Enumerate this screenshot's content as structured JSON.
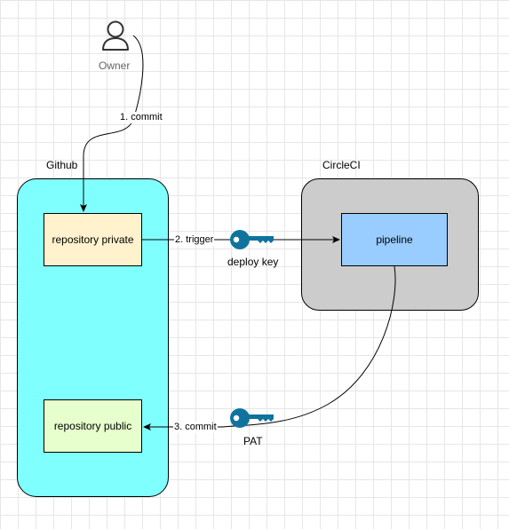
{
  "actor": {
    "label": "Owner",
    "icon": "user-icon"
  },
  "groups": {
    "github": {
      "label": "Github",
      "fill": "#80ffff"
    },
    "circleci": {
      "label": "CircleCI",
      "fill": "#cccccc"
    }
  },
  "nodes": {
    "repo_private": {
      "label": "repository private",
      "fill": "#fff2cc"
    },
    "repo_public": {
      "label": "repository public",
      "fill": "#e6ffcc"
    },
    "pipeline": {
      "label": "pipeline",
      "fill": "#99ccff"
    }
  },
  "edges": [
    {
      "from": "Owner",
      "to": "repository private",
      "label": "1. commit"
    },
    {
      "from": "repository private",
      "to": "pipeline",
      "label": "2. trigger"
    },
    {
      "from": "pipeline",
      "to": "repository public",
      "label": "3. commit"
    }
  ],
  "keys": {
    "deploy": {
      "label": "deploy key",
      "icon": "key-icon",
      "color": "#10739e"
    },
    "pat": {
      "label": "PAT",
      "icon": "key-icon",
      "color": "#10739e"
    }
  }
}
